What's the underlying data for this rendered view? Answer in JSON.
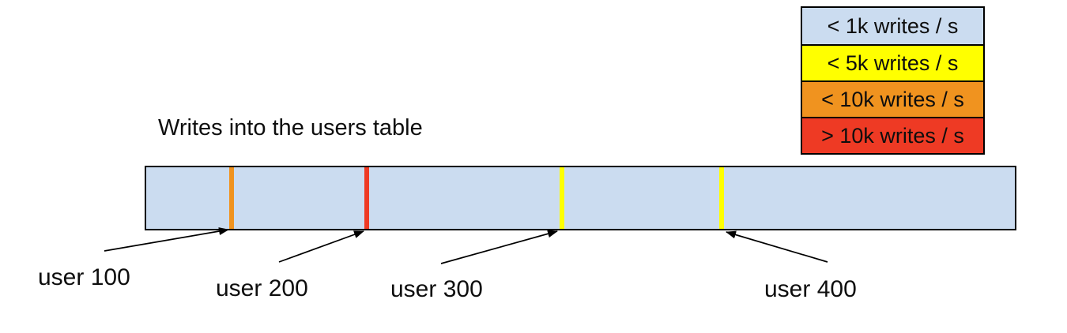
{
  "title": "Writes into the users table",
  "legend": {
    "items": [
      {
        "label": "< 1k writes / s",
        "color": "#cbdcf0"
      },
      {
        "label": "< 5k writes / s",
        "color": "#ffff00"
      },
      {
        "label": "< 10k writes / s",
        "color": "#f0931f"
      },
      {
        "label": "> 10k writes / s",
        "color": "#ee3a24"
      }
    ]
  },
  "bar": {
    "fill": "#cbdcf0",
    "border": "#000000"
  },
  "markers": [
    {
      "user": "user 100",
      "color": "#f0931f",
      "rate": "< 10k writes / s"
    },
    {
      "user": "user 200",
      "color": "#ee3a24",
      "rate": "> 10k writes / s"
    },
    {
      "user": "user 300",
      "color": "#ffff00",
      "rate": "< 5k writes / s"
    },
    {
      "user": "user 400",
      "color": "#ffff00",
      "rate": "< 5k writes / s"
    }
  ]
}
